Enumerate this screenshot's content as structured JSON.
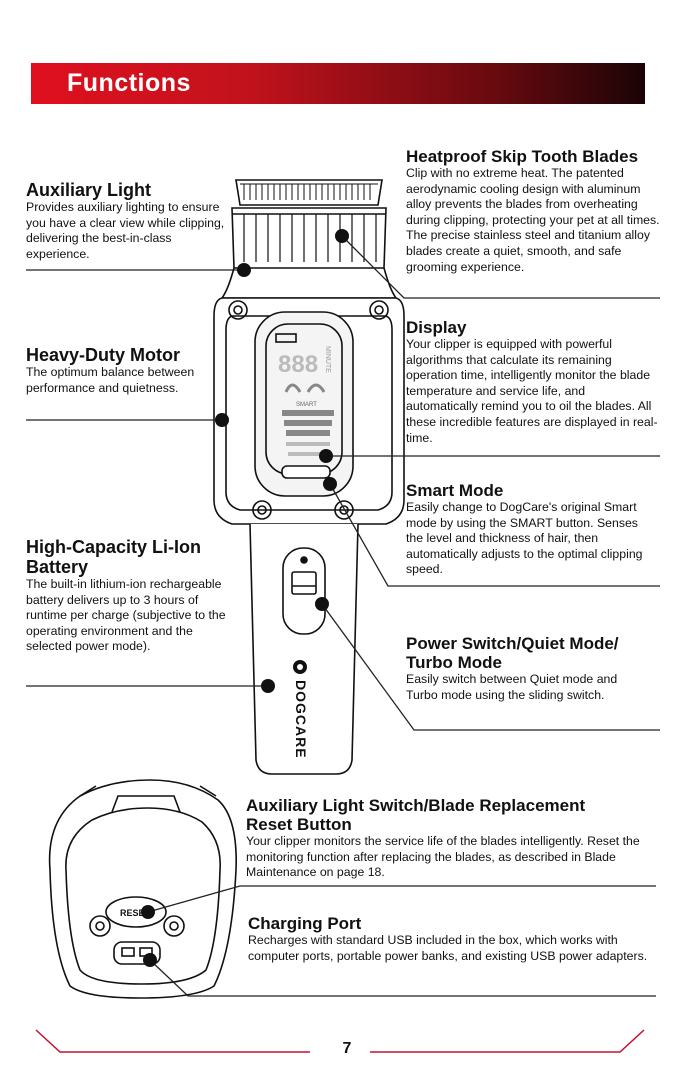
{
  "header": {
    "title": "Functions"
  },
  "sections": {
    "auxiliary_light": {
      "title": "Auxiliary Light",
      "desc": "Provides auxiliary lighting to ensure you have a clear view while clipping, delivering the best-in-class experience."
    },
    "heavy_duty_motor": {
      "title": "Heavy-Duty Motor",
      "desc": "The optimum balance between performance and quietness."
    },
    "battery": {
      "title_line1": "High-Capacity Li-Ion",
      "title_line2": "Battery",
      "desc": "The built-in lithium-ion rechargeable battery delivers up to 3 hours of runtime per charge (subjective to the operating environment and the selected power mode)."
    },
    "blades": {
      "title": "Heatproof Skip Tooth Blades",
      "desc": "Clip with no extreme heat. The patented aerodynamic cooling design with aluminum alloy prevents the blades from overheating during clipping, protecting your pet at all times. The precise stainless steel and titanium alloy blades create a quiet, smooth, and safe grooming experience."
    },
    "display": {
      "title": "Display",
      "desc": "Your clipper is equipped with powerful algorithms that calculate its remaining operation time, intelligently monitor the blade temperature and service life, and automatically remind you to oil the blades. All these incredible features are displayed in real-time."
    },
    "smart_mode": {
      "title": "Smart Mode",
      "desc": "Easily change to DogCare's original Smart mode by using the SMART button. Senses the level and thickness of hair, then automatically adjusts to the optimal clipping speed."
    },
    "power_switch": {
      "title_line1": "Power Switch/Quiet Mode/",
      "title_line2": "Turbo Mode",
      "desc": "Easily switch between Quiet mode and Turbo mode using the sliding switch."
    },
    "reset_button": {
      "title_line1": "Auxiliary Light Switch/Blade Replacement",
      "title_line2": "Reset Button",
      "desc": "Your clipper monitors the service life of the blades intelligently. Reset the monitoring function after replacing the blades, as described in Blade Maintenance on page 18."
    },
    "charging_port": {
      "title": "Charging Port",
      "desc": "Recharges with standard USB included in the box, which works with computer ports, portable power banks, and existing USB power adapters."
    }
  },
  "device": {
    "brand": "DOGCARE",
    "display_digits": "888",
    "display_unit": "MINUTE",
    "smart_label": "SMART",
    "reset_label": "RESET"
  },
  "footer": {
    "page_number": "7"
  },
  "colors": {
    "banner_start": "#e0101f",
    "banner_end": "#1a0406",
    "accent_line": "#c8102e"
  }
}
